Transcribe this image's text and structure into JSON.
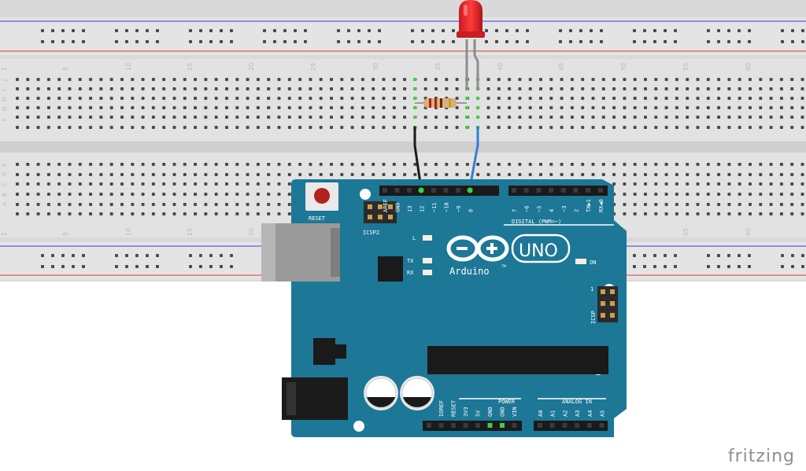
{
  "breadboard": {
    "column_numbers": [
      "1",
      "5",
      "10",
      "15",
      "20",
      "25",
      "30",
      "35",
      "40",
      "45",
      "50",
      "55",
      "60"
    ],
    "row_letters_top": [
      "J",
      "I",
      "H",
      "G",
      "F"
    ],
    "row_letters_bottom": [
      "E",
      "D",
      "C",
      "B",
      "A"
    ]
  },
  "board": {
    "reset_label": "RESET",
    "icsp2_label": "ICSP2",
    "icsp_label": "ICSP",
    "logo_text": "Arduino",
    "uno_text": "UNO",
    "tm": "TM",
    "led_l": "L",
    "led_tx": "TX",
    "led_rx": "RX",
    "on_label": "ON",
    "digital_label": "DIGITAL (PWM=~)",
    "power_label": "POWER",
    "analog_label": "ANALOG IN",
    "icsp_pin1": "1",
    "digital_pins": [
      "AREF",
      "GND",
      "13",
      "12",
      "~11",
      "~10",
      "~9",
      "8",
      "7",
      "~6",
      "~5",
      "4",
      "~3",
      "2",
      "TX▶1",
      "RX◀0"
    ],
    "power_pins": [
      "IOREF",
      "RESET",
      "3V3",
      "5V",
      "GND",
      "GND",
      "VIN"
    ],
    "analog_pins": [
      "A0",
      "A1",
      "A2",
      "A3",
      "A4",
      "A5"
    ]
  },
  "components": {
    "led_color": "#e8222a",
    "wire_gnd_color": "#1a1a1a",
    "wire_signal_color": "#2f7fd6",
    "board_color": "#1d7796"
  },
  "watermark": "fritzing"
}
